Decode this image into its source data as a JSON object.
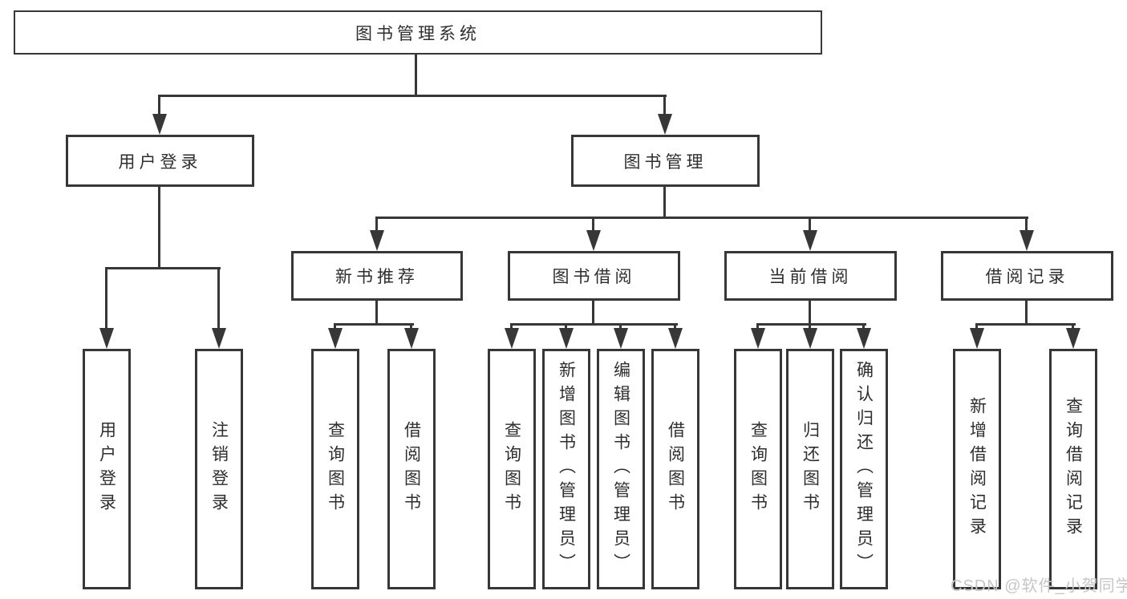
{
  "nodes": {
    "root": "图书管理系统",
    "user_login": "用户登录",
    "book_mgmt": "图书管理",
    "new_books": "新书推荐",
    "book_borrow": "图书借阅",
    "current_borrow": "当前借阅",
    "borrow_records": "借阅记录",
    "leaf_login": "用户登录",
    "leaf_logout": "注销登录",
    "nb_query": "查询图书",
    "nb_borrow": "借阅图书",
    "bb_query": "查询图书",
    "bb_add": "新增图书（管理员）",
    "bb_edit": "编辑图书（管理员）",
    "bb_borrow": "借阅图书",
    "cb_query": "查询图书",
    "cb_return": "归还图书",
    "cb_confirm": "确认归还（管理员）",
    "br_add": "新增借阅记录",
    "br_query": "查询借阅记录"
  },
  "watermark": "CSDN @软件_小贺同学",
  "colors": {
    "line": "#373737",
    "text": "#2e2e2e",
    "watermark": "#c6c6c6",
    "background": "#ffffff"
  }
}
